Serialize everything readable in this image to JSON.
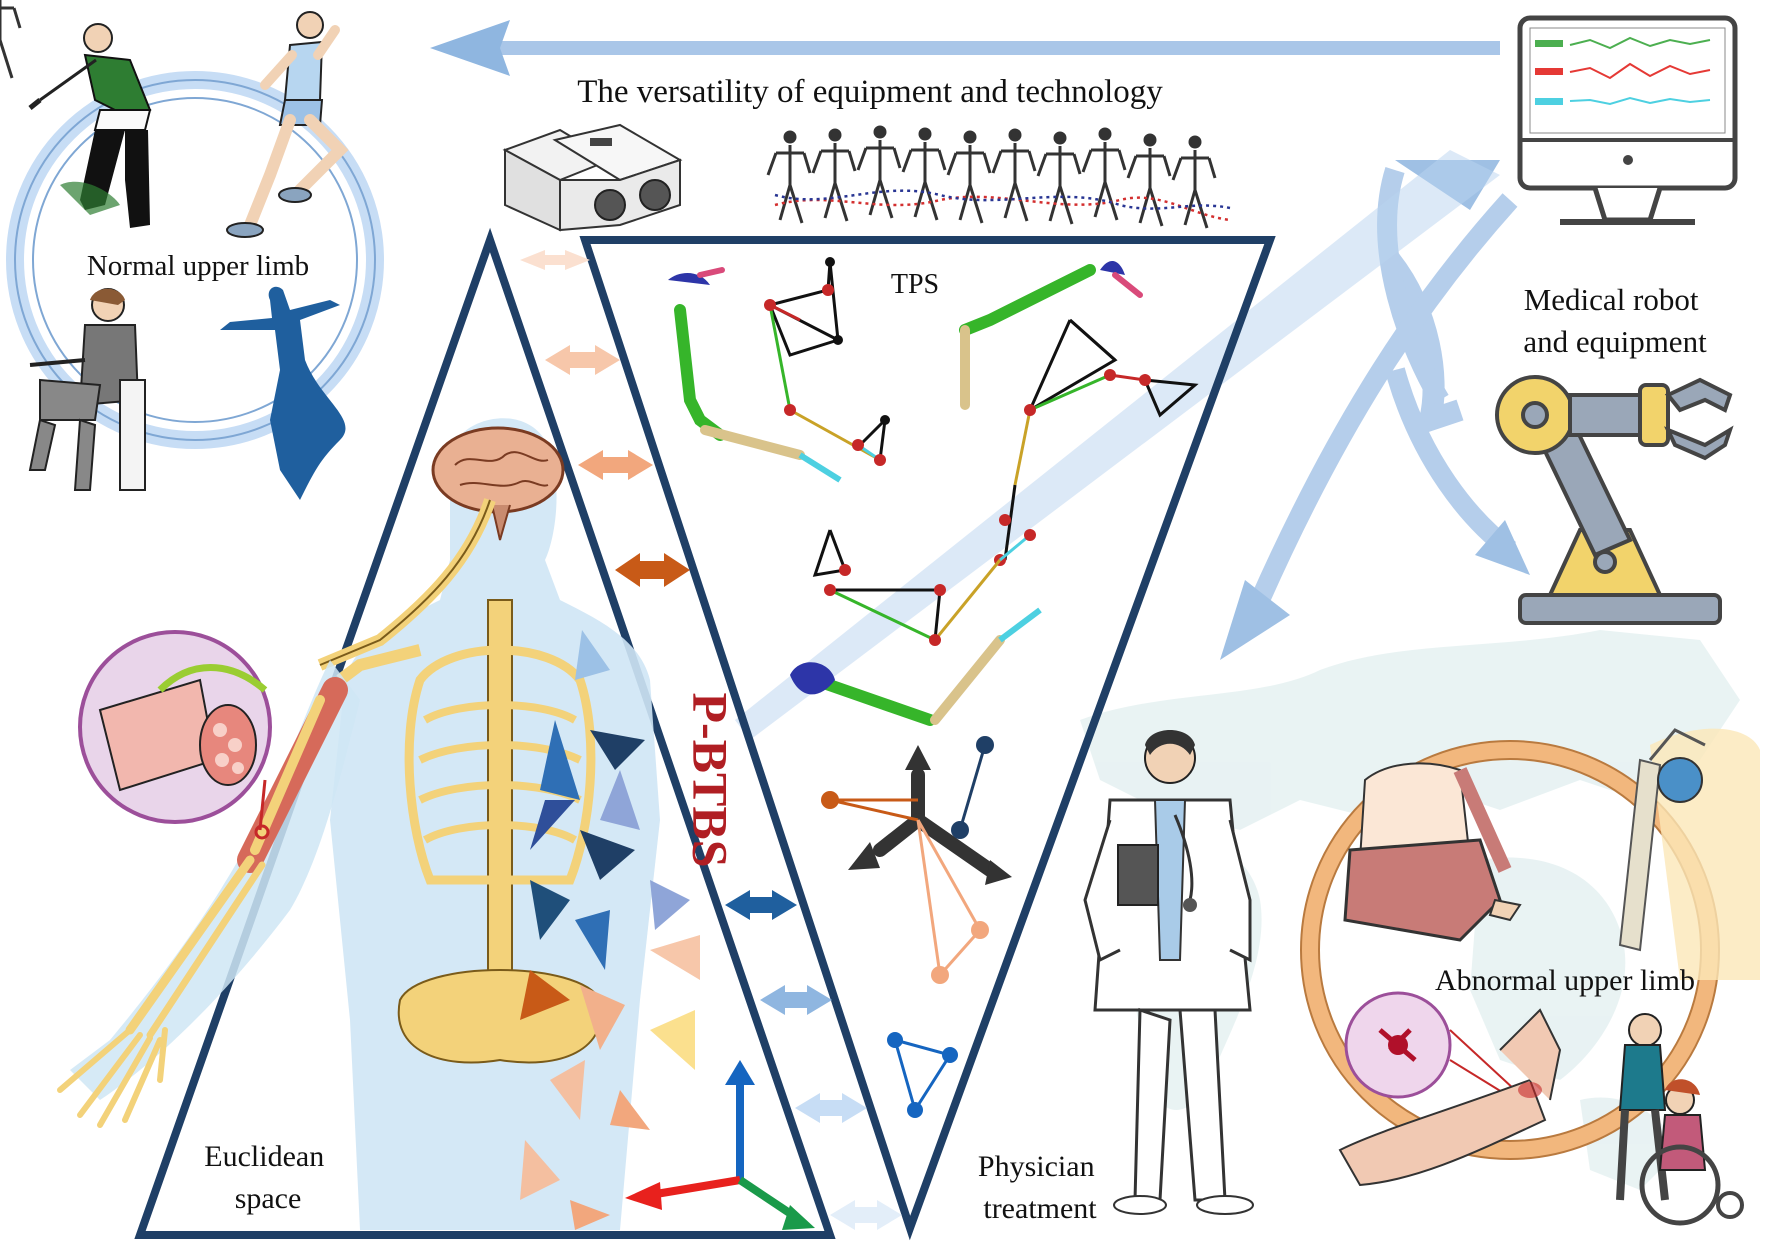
{
  "labels": {
    "versatility": "The versatility of equipment and technology",
    "normal_upper_limb": "Normal upper limb",
    "tps": "TPS",
    "medical_robot": "Medical robot\nand equipment",
    "pbtbs": "P-BTBS",
    "euclidean_space": "Euclidean\nspace",
    "physician_treatment": "Physician\ntreatment",
    "abnormal_upper_limb": "Abnormal upper limb"
  },
  "colors": {
    "triangle_border": "#1f3f66",
    "pbtbs_text": "#b01e23",
    "arrow_blue": "#8fb6e0",
    "ring_blue": "#c7ddf5",
    "ring_orange": "#f2b77d",
    "body_blue": "#cfe6f5",
    "bone": "#f3d27a",
    "muscle": "#d66a5a",
    "axis_red": "#e8211d",
    "axis_green": "#1a9a4a",
    "axis_blue": "#1565c0"
  },
  "icons": [
    "golfer-figure",
    "runner-figure",
    "seated-woman-figure",
    "dancer-silhouette",
    "depth-camera-icon",
    "skeleton-sequence",
    "monitor-icon",
    "robot-arm-icon",
    "brain-icon",
    "skeleton-torso",
    "muscle-fiber-magnifier",
    "arm-skeleton-icon",
    "doctor-figure",
    "arm-sling-figure",
    "wheelchair-figure",
    "shoulder-implant-icon",
    "elbow-injury-icon",
    "world-map-background",
    "axis-triad-icon",
    "graph-node-icon"
  ]
}
